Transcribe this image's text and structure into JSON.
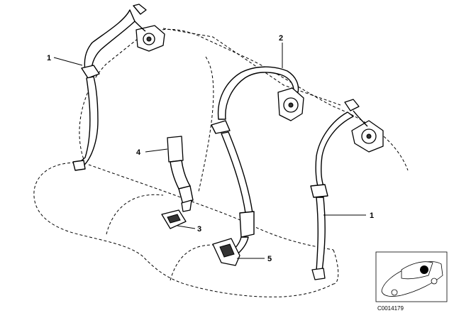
{
  "callouts": [
    {
      "id": "upper-left-belt",
      "text": "1"
    },
    {
      "id": "center-belt",
      "text": "2"
    },
    {
      "id": "lap-buckle",
      "text": "3"
    },
    {
      "id": "center-buckle",
      "text": "4"
    },
    {
      "id": "right-buckle",
      "text": "5"
    },
    {
      "id": "right-belt",
      "text": "1"
    }
  ],
  "diagram_code": "C0014179",
  "icon": "car-location-thumbnail-icon"
}
